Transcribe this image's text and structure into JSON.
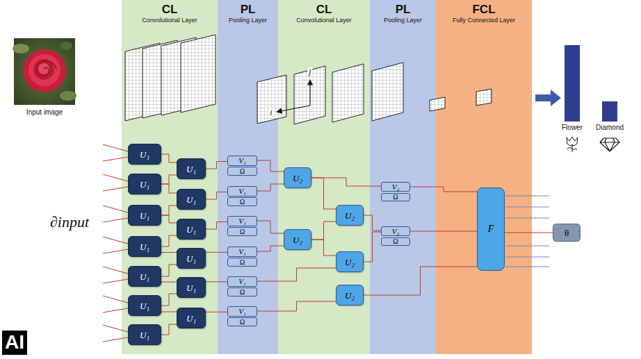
{
  "diagram": {
    "nodes": [
      {
        "text": [
          "CL",
          "Convolutional Layer"
        ]
      },
      {
        "text": [
          "PL",
          "Pooling Layer"
        ]
      },
      {
        "text": [
          "CL",
          "Convolutional Layer"
        ]
      },
      {
        "text": [
          "PL",
          "Pooling Layer"
        ]
      },
      {
        "text": [
          "FCL",
          "Fully Connected Layer"
        ]
      },
      {
        "text": [
          "U₁"
        ],
        "in": 0
      },
      {
        "text": [
          "U₁"
        ],
        "in": 0
      },
      {
        "text": [
          "U₁"
        ],
        "in": 0
      },
      {
        "text": [
          "U₁"
        ],
        "in": 0
      },
      {
        "text": [
          "U₁"
        ],
        "in": 0
      },
      {
        "text": [
          "U₁"
        ],
        "in": 0
      },
      {
        "text": [
          "U₁"
        ],
        "in": 0
      },
      {
        "text": [
          "U₁"
        ],
        "in": 0
      },
      {
        "text": [
          "U₁"
        ],
        "in": 0
      },
      {
        "text": [
          "U₁"
        ],
        "in": 0
      },
      {
        "text": [
          "U₁"
        ],
        "in": 0
      },
      {
        "text": [
          "U₁"
        ],
        "in": 0
      },
      {
        "text": [
          "U₁"
        ],
        "in": 0
      },
      {
        "text": [
          "V₁"
        ],
        "in": 1
      },
      {
        "text": [
          "Ω"
        ],
        "in": 1
      },
      {
        "text": [
          "V₁"
        ],
        "in": 1
      },
      {
        "text": [
          "Ω"
        ],
        "in": 1
      },
      {
        "text": [
          "V₁"
        ],
        "in": 1
      },
      {
        "text": [
          "Ω"
        ],
        "in": 1
      },
      {
        "text": [
          "V₁"
        ],
        "in": 1
      },
      {
        "text": [
          "Ω"
        ],
        "in": 1
      },
      {
        "text": [
          "V₁"
        ],
        "in": 1
      },
      {
        "text": [
          "Ω"
        ],
        "in": 1
      },
      {
        "text": [
          "V₁"
        ],
        "in": 1
      },
      {
        "text": [
          "Ω"
        ],
        "in": 1
      },
      {
        "text": [
          "U₂"
        ],
        "in": 2
      },
      {
        "text": [
          "U₂"
        ],
        "in": 2
      },
      {
        "text": [
          "U₂"
        ],
        "in": 2
      },
      {
        "text": [
          "U₂"
        ],
        "in": 2
      },
      {
        "text": [
          "U₂"
        ],
        "in": 2
      },
      {
        "text": [
          "V₂"
        ],
        "in": 3
      },
      {
        "text": [
          "Ω"
        ],
        "in": 3
      },
      {
        "text": [
          "V₂"
        ],
        "in": 3
      },
      {
        "text": [
          "Ω"
        ],
        "in": 3
      },
      {
        "text": [
          "F"
        ],
        "in": 4
      },
      {
        "text": [
          "θ"
        ]
      }
    ],
    "edges": [
      {
        "from": 5,
        "to": 12,
        "arrow": "none"
      },
      {
        "from": 6,
        "to": 12,
        "arrow": "none"
      },
      {
        "from": 6,
        "to": 13,
        "arrow": "none"
      },
      {
        "from": 7,
        "to": 13,
        "arrow": "none"
      },
      {
        "from": 7,
        "to": 14,
        "arrow": "none"
      },
      {
        "from": 8,
        "to": 14,
        "arrow": "none"
      },
      {
        "from": 8,
        "to": 15,
        "arrow": "none"
      },
      {
        "from": 9,
        "to": 15,
        "arrow": "none"
      },
      {
        "from": 9,
        "to": 16,
        "arrow": "none"
      },
      {
        "from": 10,
        "to": 16,
        "arrow": "none"
      },
      {
        "from": 10,
        "to": 17,
        "arrow": "none"
      },
      {
        "from": 11,
        "to": 17,
        "arrow": "none"
      },
      {
        "from": 12,
        "to": 18,
        "arrow": "none"
      },
      {
        "from": 13,
        "to": 20,
        "arrow": "none"
      },
      {
        "from": 14,
        "to": 22,
        "arrow": "none"
      },
      {
        "from": 15,
        "to": 24,
        "arrow": "none"
      },
      {
        "from": 16,
        "to": 26,
        "arrow": "none"
      },
      {
        "from": 17,
        "to": 28,
        "arrow": "none"
      },
      {
        "from": 18,
        "to": 30,
        "arrow": "none"
      },
      {
        "from": 20,
        "to": 30,
        "arrow": "none"
      },
      {
        "from": 22,
        "to": 31,
        "arrow": "none"
      },
      {
        "from": 24,
        "to": 31,
        "arrow": "none"
      },
      {
        "from": 26,
        "to": 33,
        "arrow": "none"
      },
      {
        "from": 28,
        "to": 34,
        "arrow": "none"
      },
      {
        "from": 30,
        "to": 35,
        "arrow": "none"
      },
      {
        "from": 30,
        "to": 32,
        "arrow": "none"
      },
      {
        "from": 31,
        "to": 32,
        "arrow": "none"
      },
      {
        "from": 31,
        "to": 33,
        "arrow": "none"
      },
      {
        "from": 32,
        "to": 37,
        "arrow": "none"
      },
      {
        "from": 33,
        "to": 37,
        "arrow": "none"
      },
      {
        "from": 34,
        "to": 39,
        "arrow": "none"
      },
      {
        "from": 35,
        "to": 39,
        "arrow": "none"
      },
      {
        "from": 37,
        "to": 39,
        "arrow": "none"
      },
      {
        "from": 39,
        "to": 40,
        "arrow": "none"
      }
    ],
    "labels": [
      "Input image",
      "j",
      "i",
      "∂input",
      "Flower",
      "Diamond",
      "AI"
    ]
  }
}
